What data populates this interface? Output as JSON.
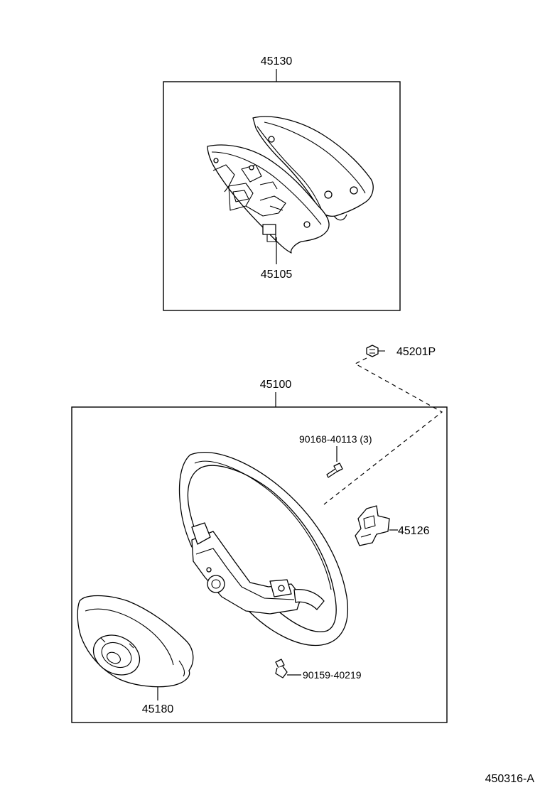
{
  "parts": {
    "cover_assy": "45130",
    "cover_lower": "45105",
    "wheel_assy": "45100",
    "nut": "45201P",
    "screw": "90168-40113 (3)",
    "bracket": "45126",
    "pad": "45180",
    "bolt": "90159-40219"
  },
  "footer": {
    "figure_code": "450316-A"
  }
}
